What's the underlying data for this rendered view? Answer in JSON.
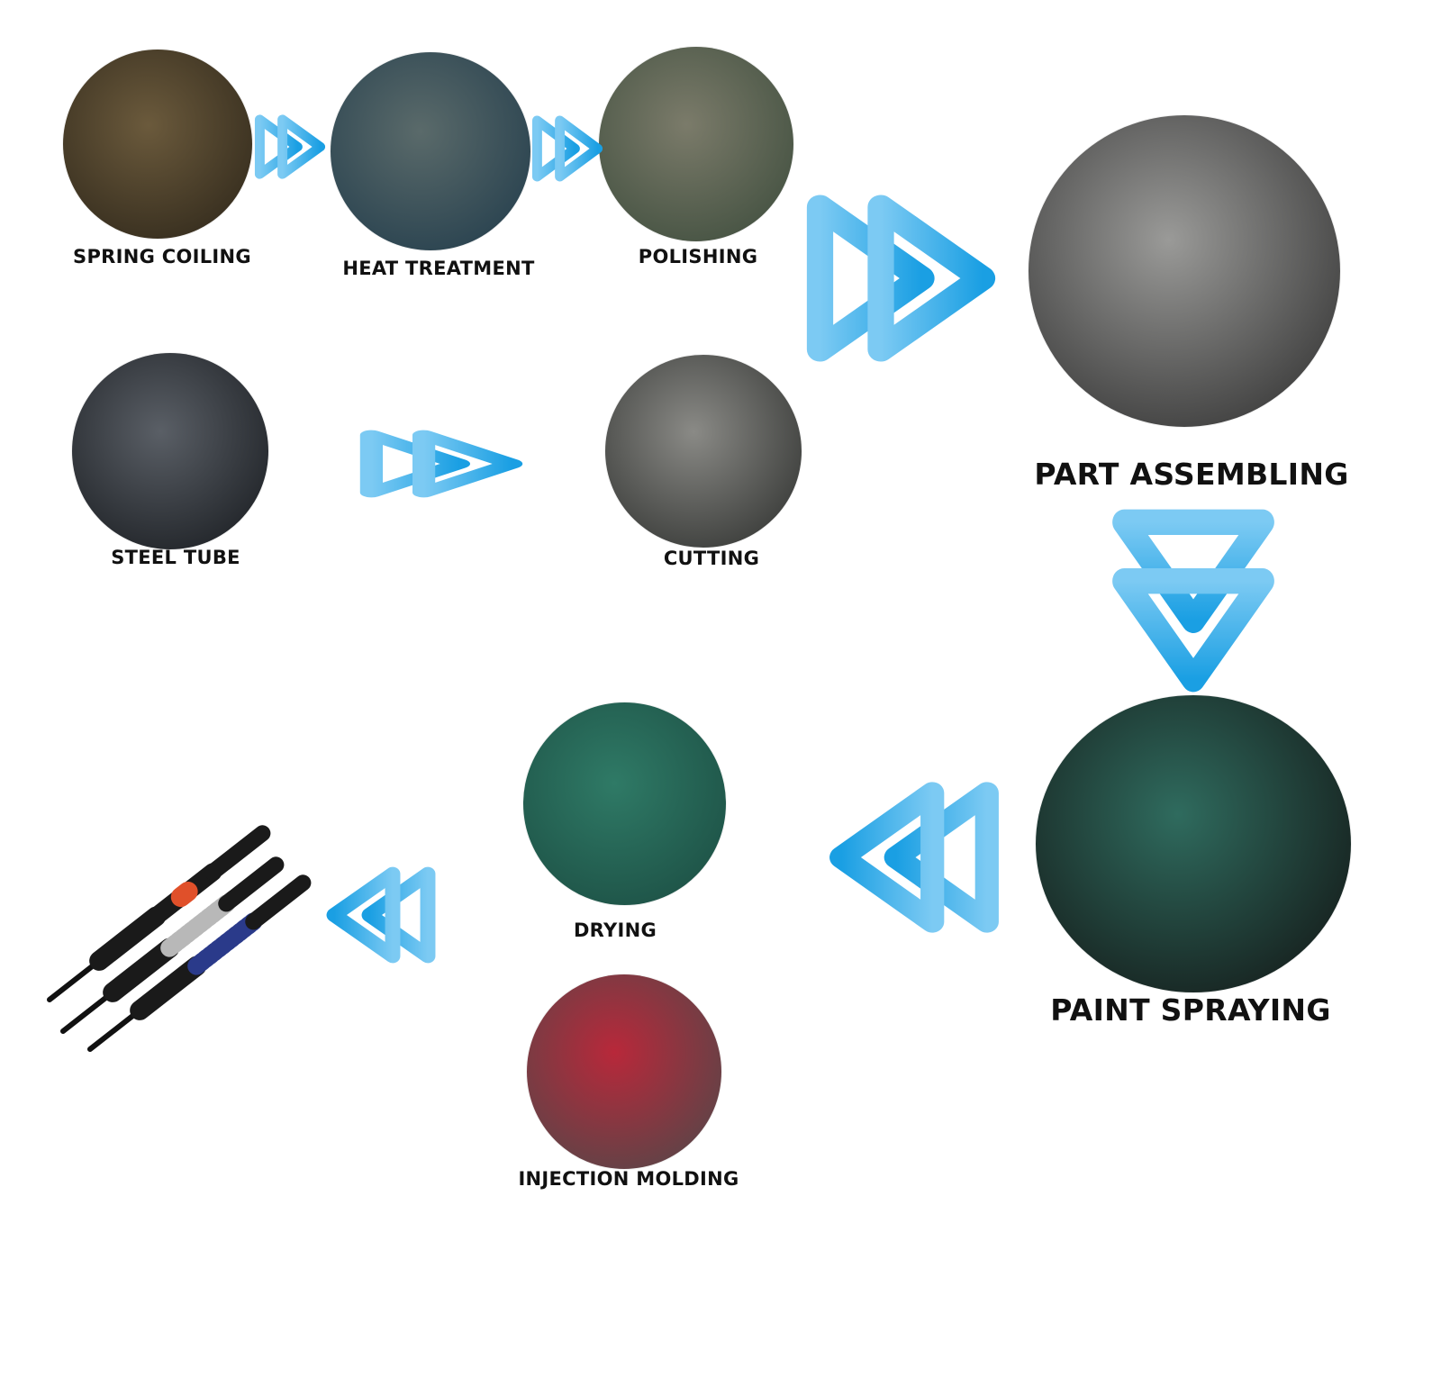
{
  "diagram": {
    "type": "process-flow",
    "accent_color": "#1a9fe3",
    "accent_light": "#7ccaf3",
    "steps": [
      {
        "id": "spring-coiling",
        "label": "SPRING COILING",
        "colors": [
          "#6b5a3c",
          "#2b2418"
        ]
      },
      {
        "id": "heat-treatment",
        "label": "HEAT TREATMENT",
        "colors": [
          "#5a6a6a",
          "#1f3a4a"
        ]
      },
      {
        "id": "polishing",
        "label": "POLISHING",
        "colors": [
          "#7b7b6a",
          "#3a4a3a"
        ]
      },
      {
        "id": "part-assembling",
        "label": "PART ASSEMBLING",
        "colors": [
          "#9a9a98",
          "#2a2a2a"
        ]
      },
      {
        "id": "steel-tube",
        "label": "STEEL TUBE",
        "colors": [
          "#5a5f66",
          "#15181c"
        ]
      },
      {
        "id": "cutting",
        "label": "CUTTING",
        "colors": [
          "#8a8a86",
          "#2a2c2a"
        ]
      },
      {
        "id": "paint-spraying",
        "label": "PAINT SPRAYING",
        "colors": [
          "#2f6b5e",
          "#111"
        ]
      },
      {
        "id": "drying",
        "label": "DRYING",
        "colors": [
          "#2f7a66",
          "#1a4a40"
        ]
      },
      {
        "id": "injection-molding",
        "label": "INJECTION MOLDING",
        "colors": [
          "#b8283a",
          "#4a4a4a"
        ]
      }
    ],
    "arrows": [
      {
        "from": "spring-coiling",
        "to": "heat-treatment",
        "direction": "right"
      },
      {
        "from": "heat-treatment",
        "to": "polishing",
        "direction": "right"
      },
      {
        "from": "polishing",
        "to": "part-assembling",
        "direction": "right"
      },
      {
        "from": "steel-tube",
        "to": "cutting",
        "direction": "right"
      },
      {
        "from": "part-assembling",
        "to": "paint-spraying",
        "direction": "down"
      },
      {
        "from": "paint-spraying",
        "to": "drying",
        "direction": "left"
      },
      {
        "from": "drying",
        "to": "finished-product",
        "direction": "left"
      }
    ]
  }
}
